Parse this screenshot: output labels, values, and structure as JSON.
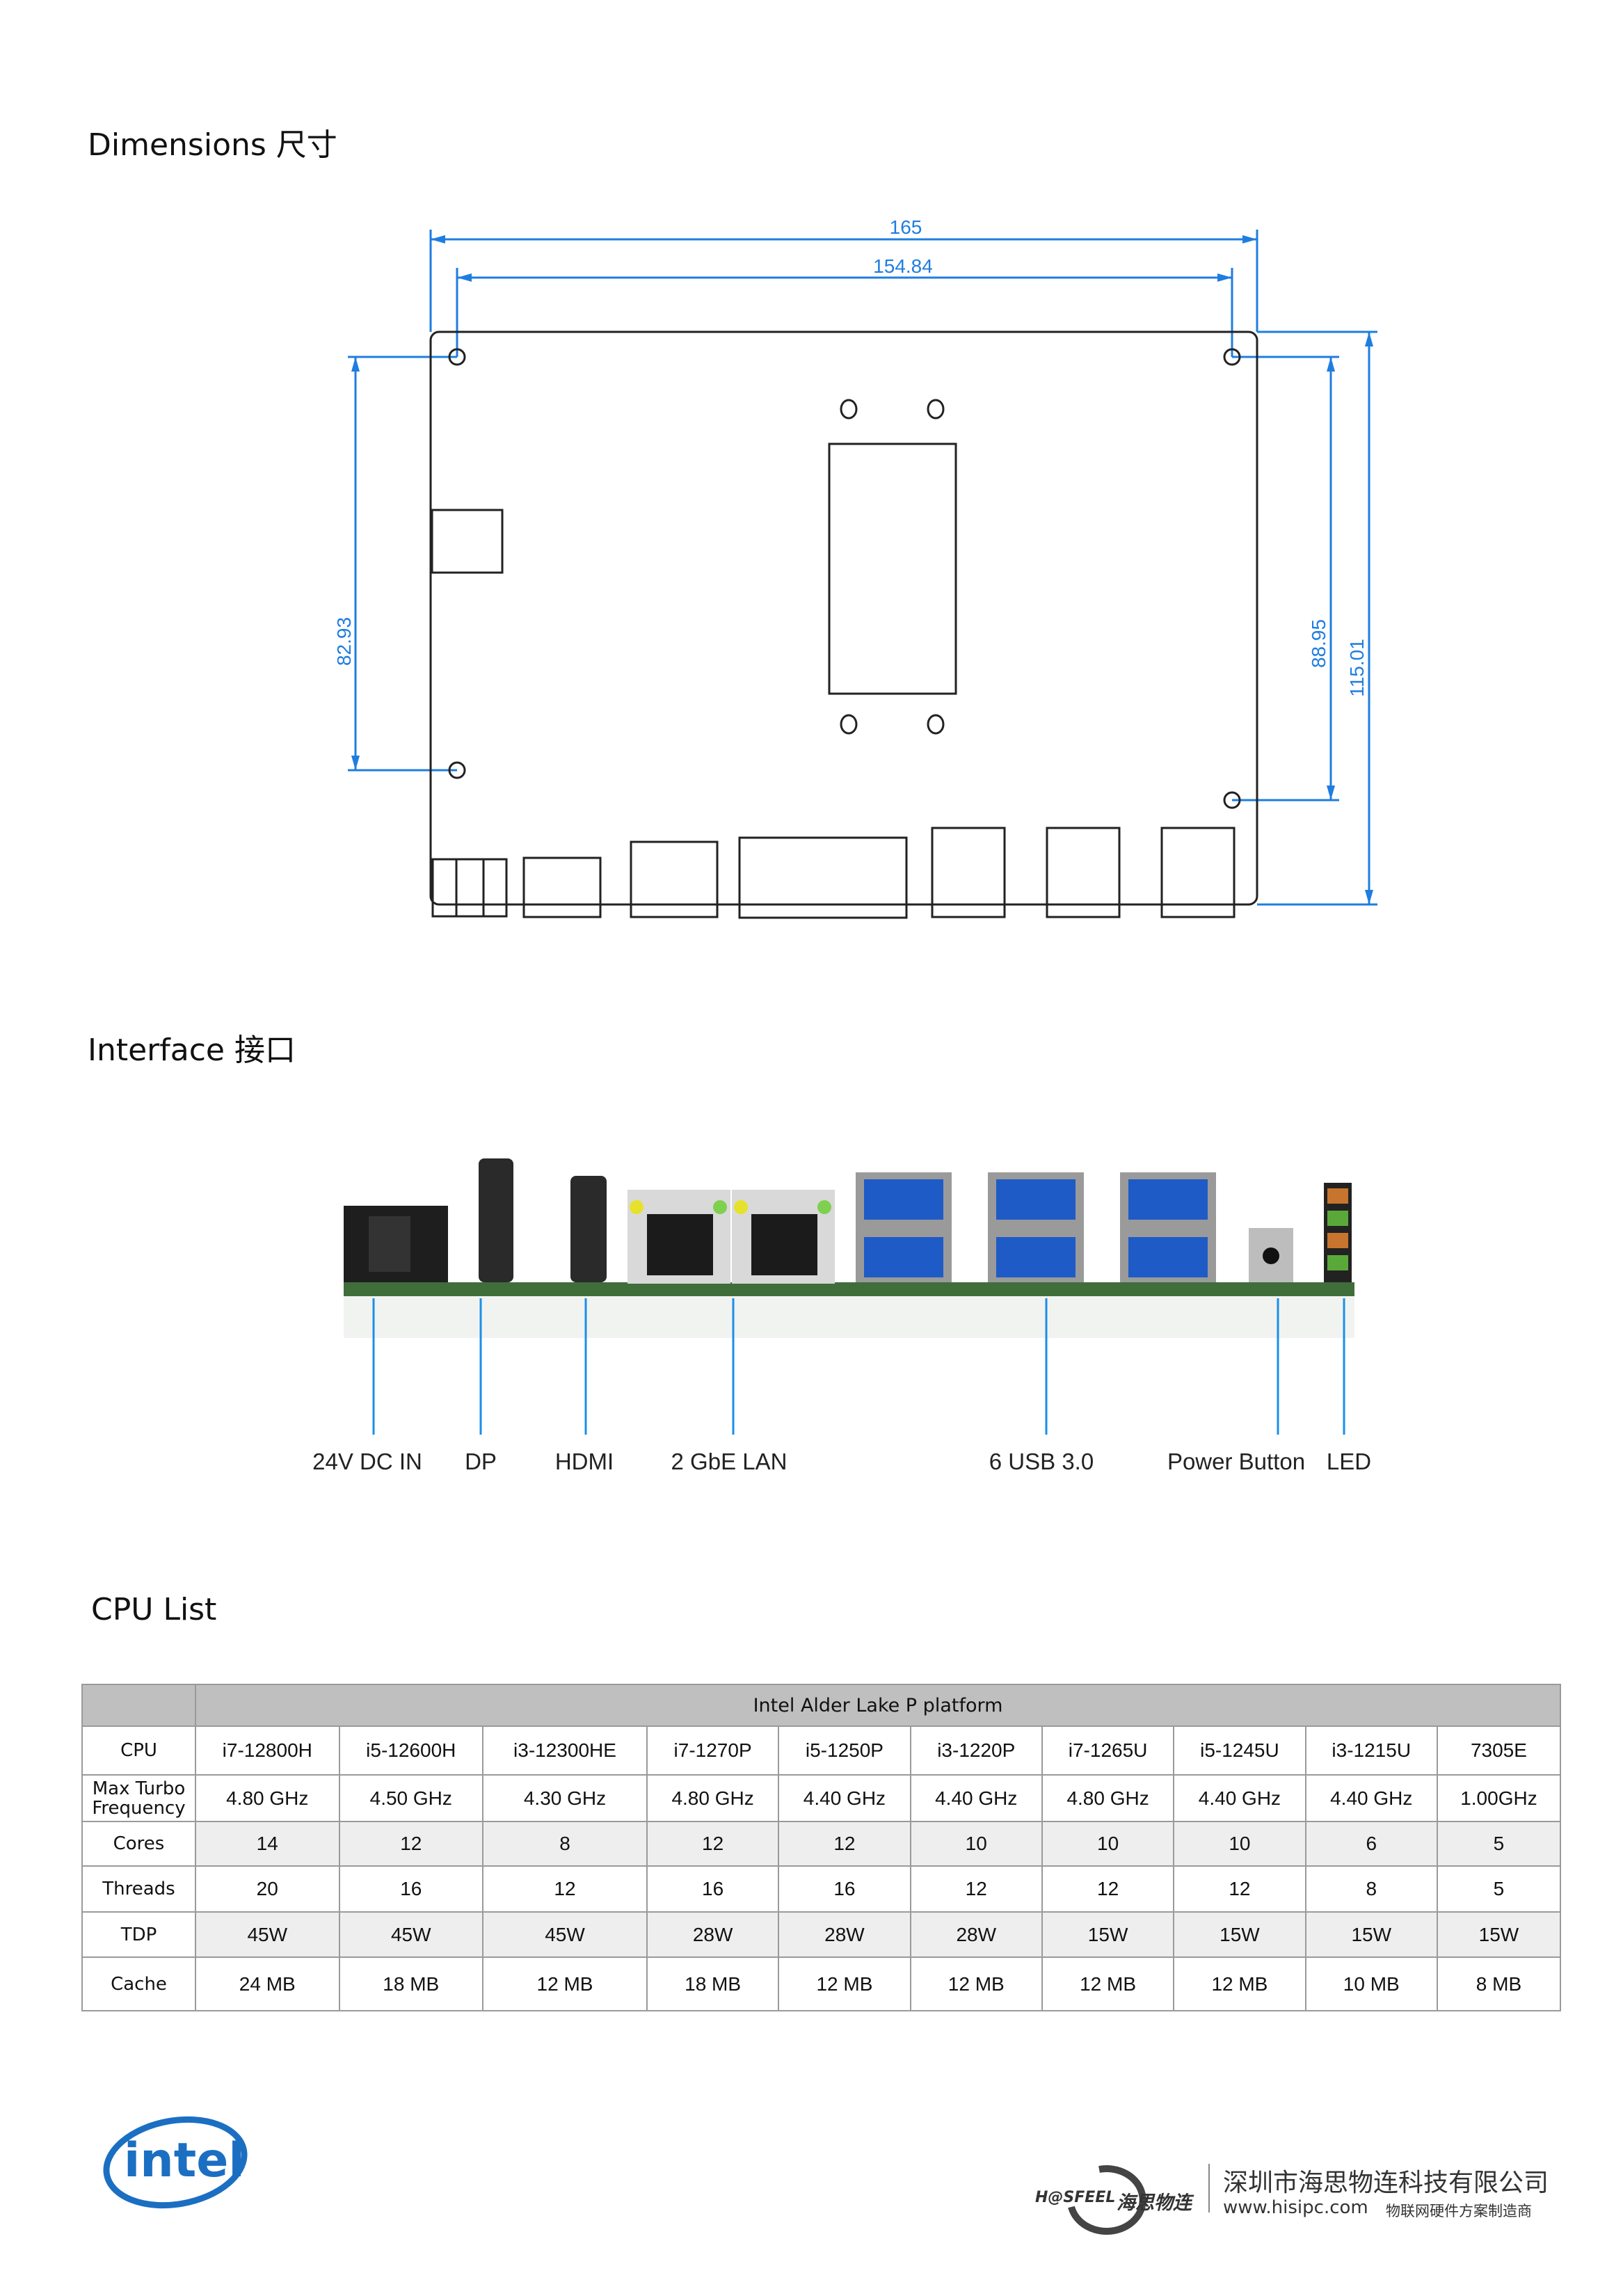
{
  "sections": {
    "dimensions": "Dimensions 尺寸",
    "interface": "Interface 接口",
    "cpu_list": "CPU List"
  },
  "dimensions": {
    "width_overall": "165",
    "hole_spacing_x": "154.84",
    "hole_spacing_left_y": "82.93",
    "hole_spacing_right_y": "88.95",
    "height_overall": "115.01",
    "line_color": "#1f7de0"
  },
  "interface": {
    "labels": [
      "24V DC IN",
      "DP",
      "HDMI",
      "2 GbE LAN",
      "6 USB 3.0",
      "Power Button",
      "LED"
    ],
    "callout_color": "#1a8fe8"
  },
  "cpu_table": {
    "platform": "Intel Alder Lake P platform",
    "rows": [
      {
        "label": "CPU",
        "values": [
          "i7-12800H",
          "i5-12600H",
          "i3-12300HE",
          "i7-1270P",
          "i5-1250P",
          "i3-1220P",
          "i7-1265U",
          "i5-1245U",
          "i3-1215U",
          "7305E"
        ]
      },
      {
        "label": "Max Turbo Frequency",
        "values": [
          "4.80 GHz",
          "4.50 GHz",
          "4.30 GHz",
          "4.80 GHz",
          "4.40 GHz",
          "4.40 GHz",
          "4.80 GHz",
          "4.40 GHz",
          "4.40 GHz",
          "1.00GHz"
        ]
      },
      {
        "label": "Cores",
        "values": [
          "14",
          "12",
          "8",
          "12",
          "12",
          "10",
          "10",
          "10",
          "6",
          "5"
        ]
      },
      {
        "label": "Threads",
        "values": [
          "20",
          "16",
          "12",
          "16",
          "16",
          "12",
          "12",
          "12",
          "8",
          "5"
        ]
      },
      {
        "label": "TDP",
        "values": [
          "45W",
          "45W",
          "45W",
          "28W",
          "28W",
          "28W",
          "15W",
          "15W",
          "15W",
          "15W"
        ]
      },
      {
        "label": "Cache",
        "values": [
          "24 MB",
          "18 MB",
          "12 MB",
          "18 MB",
          "12 MB",
          "12 MB",
          "12 MB",
          "12 MB",
          "10 MB",
          "8 MB"
        ]
      }
    ]
  },
  "footer": {
    "intel_logo": "intel",
    "brand_logo": "H@SFEEL",
    "brand_cn": "海思物连",
    "company": "深圳市海思物连科技有限公司",
    "website": "www.hisipc.com",
    "slogan": "物联网硬件方案制造商"
  }
}
